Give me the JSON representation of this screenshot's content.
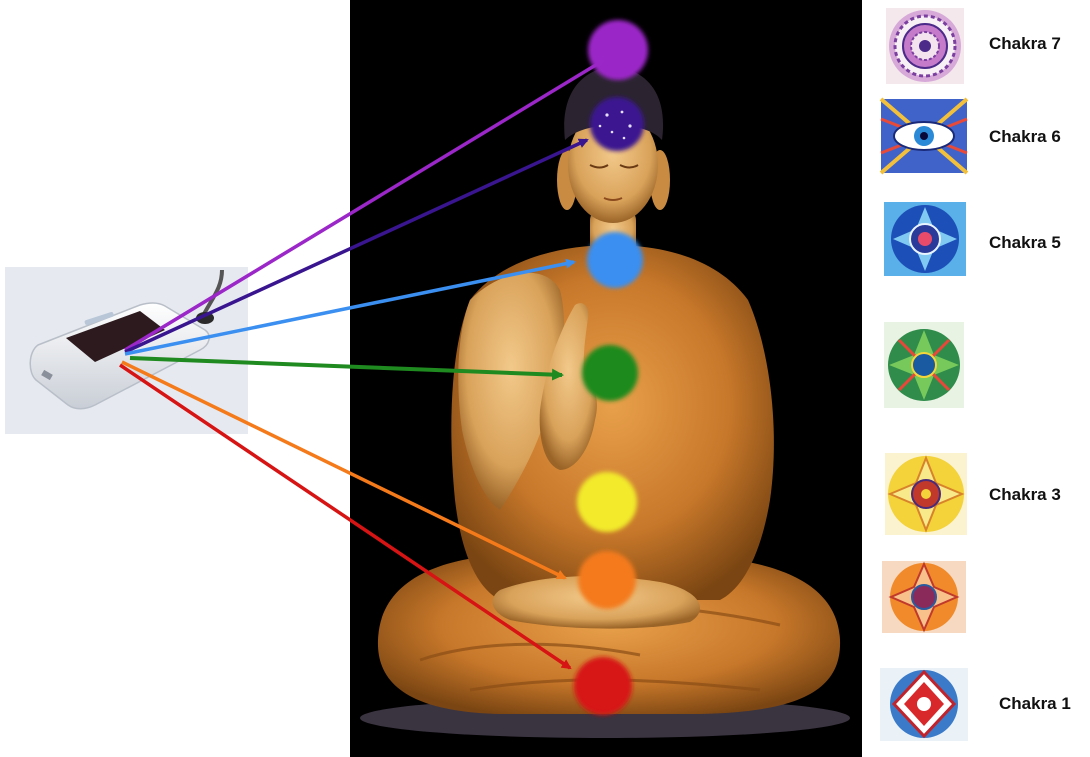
{
  "labels": {
    "chakra7": "Chakra 7",
    "chakra6": "Chakra 6",
    "chakra5": "Chakra 5",
    "chakra3": "Chakra 3",
    "chakra1": "Chakra 1"
  },
  "colors": {
    "crown": "#9b27c8",
    "third_eye": "#3a1590",
    "throat": "#3a8ff0",
    "heart": "#1f8a1f",
    "solar_plexus": "#f2ea2a",
    "sacral": "#f47a1a",
    "root": "#d71414",
    "background": "#000000"
  },
  "icons": {
    "device": "device-icon",
    "figure": "meditating-figure",
    "mandalas": [
      "mandala-7-icon",
      "mandala-6-icon",
      "mandala-5-icon",
      "mandala-4-icon",
      "mandala-3-icon",
      "mandala-2-icon",
      "mandala-1-icon"
    ]
  }
}
